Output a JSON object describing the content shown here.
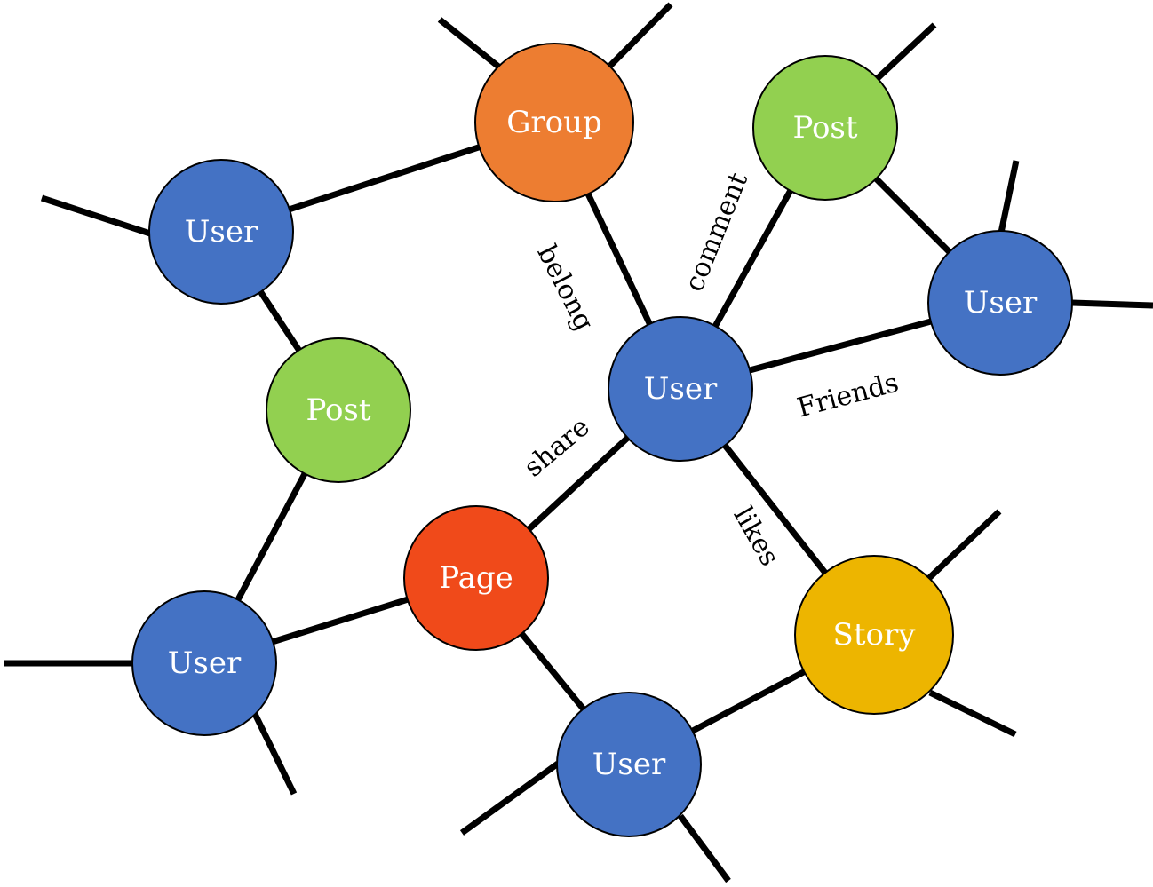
{
  "colors": {
    "user": "#4472C4",
    "group": "#ED7D31",
    "post": "#92D050",
    "page": "#F04A1A",
    "story": "#EDB500"
  },
  "nodes": [
    {
      "id": "user_topleft",
      "label": "User",
      "kind": "user"
    },
    {
      "id": "group",
      "label": "Group",
      "kind": "group"
    },
    {
      "id": "post_top",
      "label": "Post",
      "kind": "post"
    },
    {
      "id": "user_right",
      "label": "User",
      "kind": "user"
    },
    {
      "id": "post_left",
      "label": "Post",
      "kind": "post"
    },
    {
      "id": "user_center",
      "label": "User",
      "kind": "user"
    },
    {
      "id": "page",
      "label": "Page",
      "kind": "page"
    },
    {
      "id": "story",
      "label": "Story",
      "kind": "story"
    },
    {
      "id": "user_bottomleft",
      "label": "User",
      "kind": "user"
    },
    {
      "id": "user_bottom",
      "label": "User",
      "kind": "user"
    }
  ],
  "edges": [
    {
      "from": "user_topleft",
      "to": "group"
    },
    {
      "from": "user_topleft",
      "to": "post_left"
    },
    {
      "from": "post_left",
      "to": "user_bottomleft"
    },
    {
      "from": "user_bottomleft",
      "to": "page"
    },
    {
      "from": "group",
      "to": "user_center",
      "label": "belong"
    },
    {
      "from": "user_center",
      "to": "post_top",
      "label": "comment"
    },
    {
      "from": "user_center",
      "to": "user_right",
      "label": "Friends"
    },
    {
      "from": "user_center",
      "to": "page",
      "label": "share"
    },
    {
      "from": "user_center",
      "to": "story",
      "label": "likes"
    },
    {
      "from": "post_top",
      "to": "user_right"
    },
    {
      "from": "page",
      "to": "user_bottom"
    },
    {
      "from": "user_bottom",
      "to": "story"
    }
  ]
}
